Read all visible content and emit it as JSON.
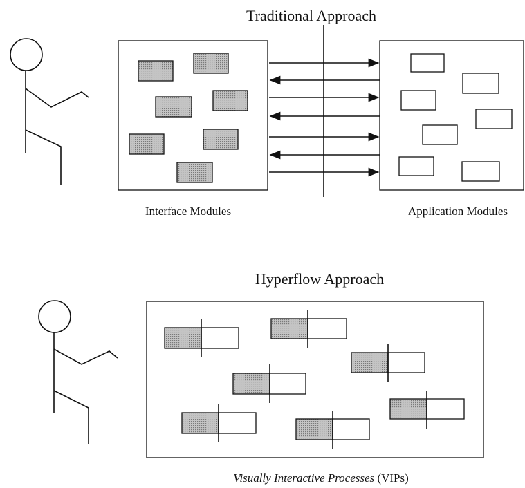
{
  "traditional": {
    "title": "Traditional Approach",
    "left_label": "Interface Modules",
    "right_label": "Application Modules"
  },
  "hyperflow": {
    "title": "Hyperflow Approach",
    "caption_italic": "Visually Interactive Processes",
    "caption_suffix": " (VIPs)"
  },
  "colors": {
    "ink": "#111111",
    "shade": "#b5b5b5",
    "background": "#ffffff"
  }
}
